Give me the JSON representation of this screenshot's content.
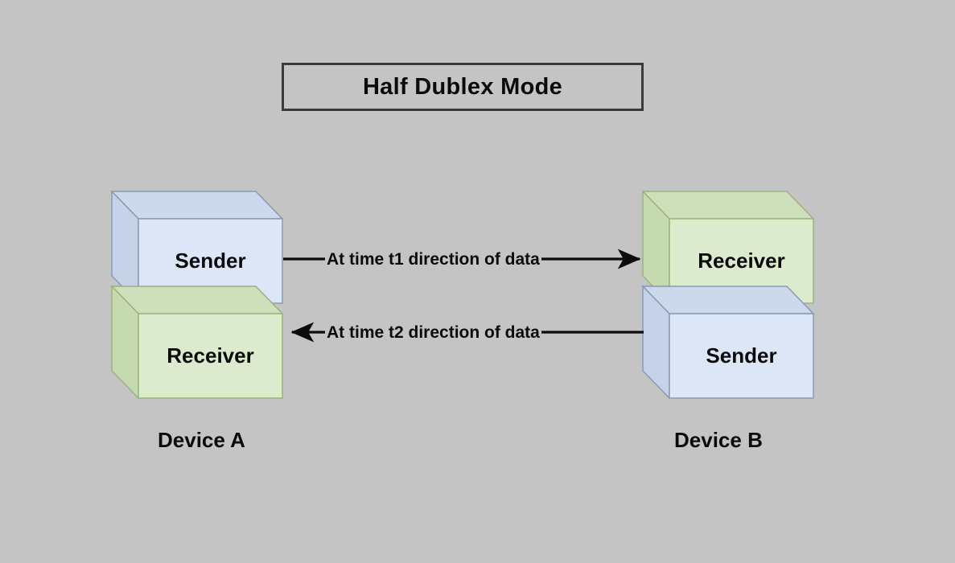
{
  "title": {
    "text": "Half Dublex Mode"
  },
  "colors": {
    "background": "#c4c4c4",
    "blue_front": "#dce6f7",
    "blue_side": "#c5d2e8",
    "blue_top": "#ccd8ec",
    "blue_stroke": "#8a9ab3",
    "green_front": "#dcebcd",
    "green_side": "#c6daaf",
    "green_top": "#cde0bb",
    "green_stroke": "#9ab37f",
    "ink": "#0b0b0b",
    "title_border": "#3a3a3a"
  },
  "devices": [
    {
      "id": "device-a",
      "caption": "Device A",
      "cubes": [
        {
          "id": "cube-a-sender",
          "label": "Sender",
          "color": "blue"
        },
        {
          "id": "cube-a-receiver",
          "label": "Receiver",
          "color": "green"
        }
      ]
    },
    {
      "id": "device-b",
      "caption": "Device B",
      "cubes": [
        {
          "id": "cube-b-receiver",
          "label": "Receiver",
          "color": "green"
        },
        {
          "id": "cube-b-sender",
          "label": "Sender",
          "color": "blue"
        }
      ]
    }
  ],
  "arrows": [
    {
      "id": "arrow-t1",
      "label": "At time t1 direction of data",
      "direction": "right",
      "from": "Device A Sender",
      "to": "Device B Receiver"
    },
    {
      "id": "arrow-t2",
      "label": "At time t2 direction of data",
      "direction": "left",
      "from": "Device B Sender",
      "to": "Device A Receiver"
    }
  ]
}
